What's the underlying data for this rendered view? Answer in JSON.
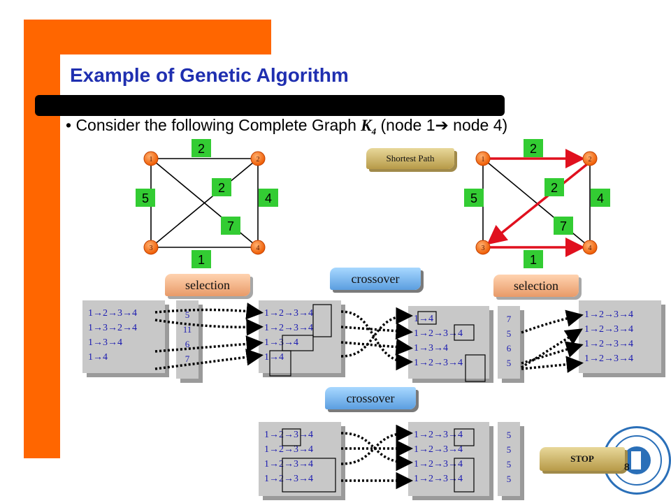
{
  "slide": {
    "title": "Example of Genetic Algorithm",
    "bullet_prefix": "• Consider the following Complete Graph ",
    "bullet_k": "K",
    "bullet_k_sub": "4",
    "bullet_suffix": "  (node 1➔ node 4)",
    "page_number": "8"
  },
  "colors": {
    "accent": "#ff6600",
    "title": "#1f2fb0",
    "node": "#ff6a00",
    "weight_box": "#33cc33",
    "path_red": "#e0101e",
    "text_blue": "#1a1ab0"
  },
  "graph_left": {
    "nodes": [
      "1",
      "2",
      "3",
      "4"
    ],
    "weights": {
      "e12": "2",
      "e13": "5",
      "e24": "4",
      "e34": "1",
      "e14": "2",
      "e23": "7"
    }
  },
  "graph_right": {
    "nodes": [
      "1",
      "2",
      "3",
      "4"
    ],
    "weights": {
      "e12": "2",
      "e13": "5",
      "e24": "4",
      "e34": "1",
      "e14": "2",
      "e23": "7"
    }
  },
  "buttons": {
    "shortest_path": "Shortest Path",
    "selection_1": "selection",
    "selection_2": "selection",
    "crossover_1": "crossover",
    "crossover_2": "crossover",
    "stop": "STOP"
  },
  "initial_population": {
    "paths": [
      "1→2→3→4",
      "1→3→2→4",
      "1→3→4",
      "1→4"
    ],
    "fitness": [
      "5",
      "11",
      "6",
      "7"
    ]
  },
  "selected_population": {
    "paths": [
      "1→2→3→4",
      "1→2→3→4",
      "1→3→4",
      "1→4"
    ]
  },
  "crossover_result_1": {
    "paths": [
      "1→4",
      "1→2→3→4",
      "1→3→4",
      "1→2→3→4"
    ],
    "fitness": [
      "7",
      "5",
      "6",
      "5"
    ]
  },
  "selected_population_2": {
    "paths": [
      "1→2→3→4",
      "1→2→3→4",
      "1→2→3→4",
      "1→2→3→4"
    ]
  },
  "final_parents": {
    "paths": [
      "1→2→3→4",
      "1→2→3→4",
      "1→2→3→4",
      "1→2→3→4"
    ]
  },
  "final_offspring": {
    "paths": [
      "1→2→3→4",
      "1→2→3→4",
      "1→2→3→4",
      "1→2→3→4"
    ],
    "fitness": [
      "5",
      "5",
      "5",
      "5"
    ]
  }
}
